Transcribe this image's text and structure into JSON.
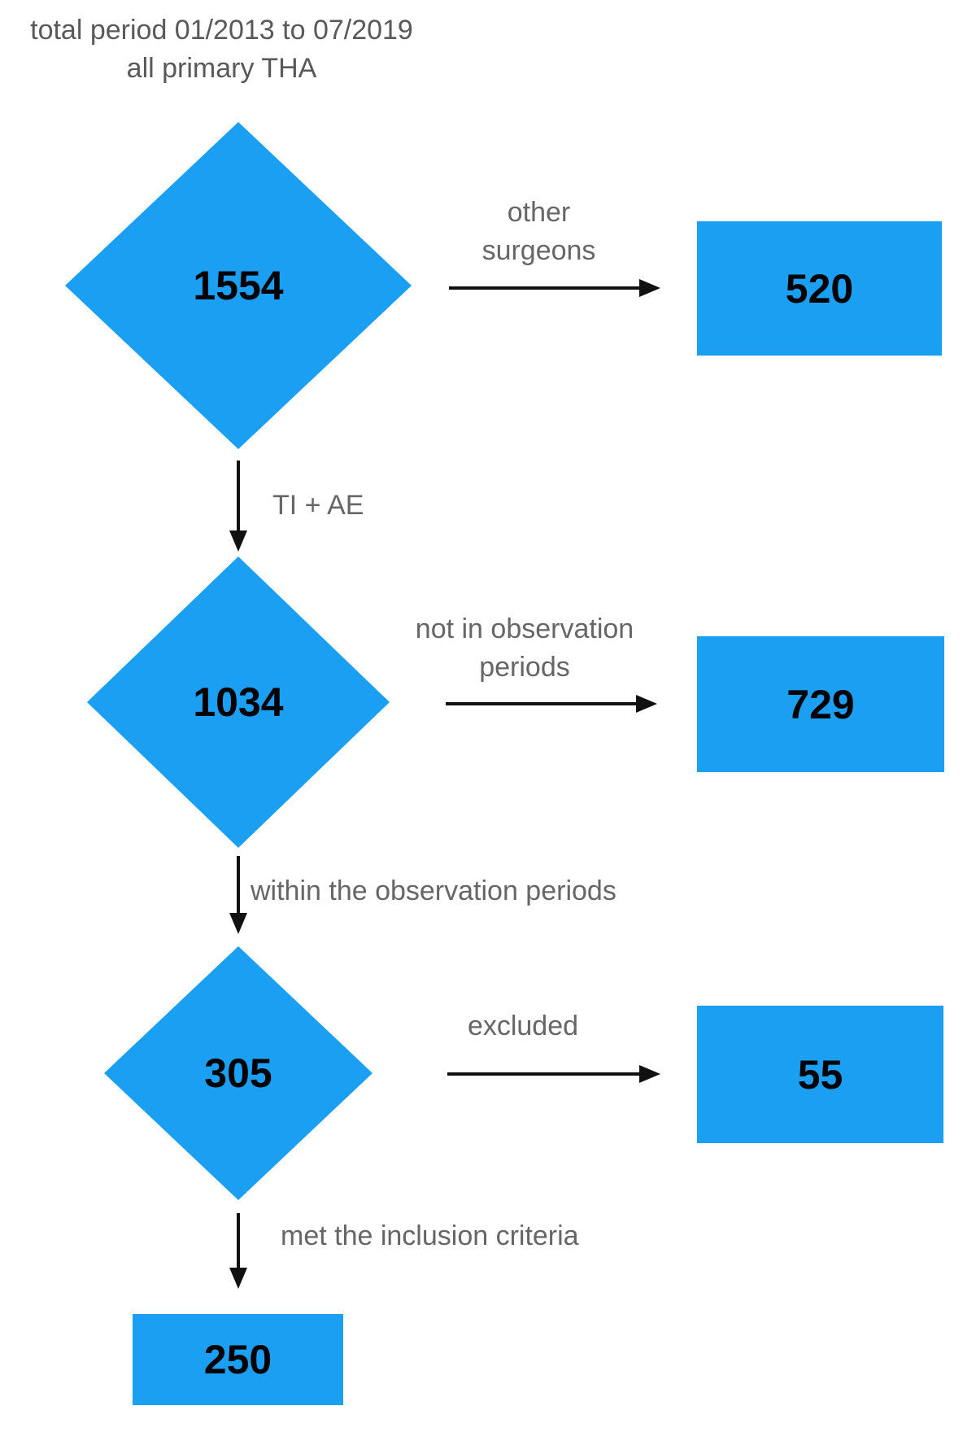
{
  "title": {
    "line1": "total period 01/2013 to 07/2019",
    "line2": "all primary THA"
  },
  "flowchart": {
    "type": "flow-diagram",
    "nodes": [
      {
        "id": "all-primary-tha",
        "shape": "diamond",
        "value": "1554"
      },
      {
        "id": "other-surgeons-out",
        "shape": "rect",
        "value": "520"
      },
      {
        "id": "ti-ae",
        "shape": "diamond",
        "value": "1034"
      },
      {
        "id": "not-in-observation-out",
        "shape": "rect",
        "value": "729"
      },
      {
        "id": "within-observation",
        "shape": "diamond",
        "value": "305"
      },
      {
        "id": "excluded-out",
        "shape": "rect",
        "value": "55"
      },
      {
        "id": "included",
        "shape": "rect",
        "value": "250"
      }
    ],
    "edges": [
      {
        "from": "all-primary-tha",
        "to": "other-surgeons-out",
        "direction": "right",
        "label": "other surgeons"
      },
      {
        "from": "all-primary-tha",
        "to": "ti-ae",
        "direction": "down",
        "label": "TI + AE"
      },
      {
        "from": "ti-ae",
        "to": "not-in-observation-out",
        "direction": "right",
        "label": "not in observation periods"
      },
      {
        "from": "ti-ae",
        "to": "within-observation",
        "direction": "down",
        "label": "within the observation periods"
      },
      {
        "from": "within-observation",
        "to": "excluded-out",
        "direction": "right",
        "label": "excluded"
      },
      {
        "from": "within-observation",
        "to": "included",
        "direction": "down",
        "label": "met the inclusion criteria"
      }
    ]
  },
  "colors": {
    "node_fill": "#1B9FF2",
    "number_text": "#000000",
    "label_text": "#666666",
    "title_text": "#595959",
    "arrow": "#111111",
    "background": "#FFFFFF"
  }
}
